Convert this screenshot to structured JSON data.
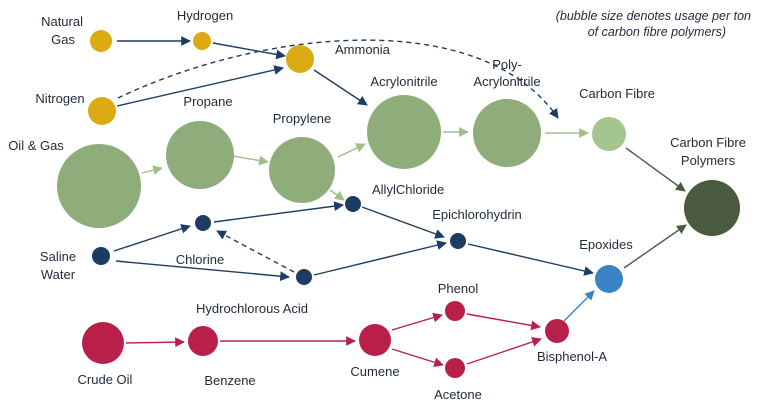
{
  "note": {
    "line1": "(bubble size denotes usage per ton",
    "line2": "of carbon fibre polymers)"
  },
  "colors": {
    "gold": "#dcaa12",
    "green": "#8fad7a",
    "light_green": "#a5c58e",
    "dark_green": "#4a5a3e",
    "navy": "#1c3c62",
    "crimson": "#b8204a",
    "blue": "#3a83c4"
  },
  "nodes": {
    "natural_gas": {
      "line1": "Natural",
      "line2": "Gas"
    },
    "hydrogen": {
      "label": "Hydrogen"
    },
    "ammonia": {
      "label": "Ammonia"
    },
    "nitrogen": {
      "label": "Nitrogen"
    },
    "acrylonitrile": {
      "label": "Acrylonitrile"
    },
    "poly_acrylonitrile": {
      "line1": "Poly-",
      "line2": "Acrylonitrile"
    },
    "carbon_fibre": {
      "label": "Carbon Fibre"
    },
    "carbon_fibre_polymers": {
      "line1": "Carbon Fibre",
      "line2": "Polymers"
    },
    "oil_gas": {
      "label": "Oil & Gas"
    },
    "propane": {
      "label": "Propane"
    },
    "propylene": {
      "label": "Propylene"
    },
    "allyl_chloride": {
      "label": "AllylChloride"
    },
    "epichlorohydrin": {
      "label": "Epichlorohydrin"
    },
    "chlorine": {
      "label": "Chlorine"
    },
    "saline_water": {
      "line1": "Saline",
      "line2": "Water"
    },
    "hydrochlorous_acid": {
      "label": "Hydrochlorous Acid"
    },
    "epoxides": {
      "label": "Epoxides"
    },
    "crude_oil": {
      "label": "Crude Oil"
    },
    "benzene": {
      "label": "Benzene"
    },
    "cumene": {
      "label": "Cumene"
    },
    "phenol": {
      "label": "Phenol"
    },
    "acetone": {
      "label": "Acetone"
    },
    "bisphenol_a": {
      "label": "Bisphenol-A"
    }
  }
}
